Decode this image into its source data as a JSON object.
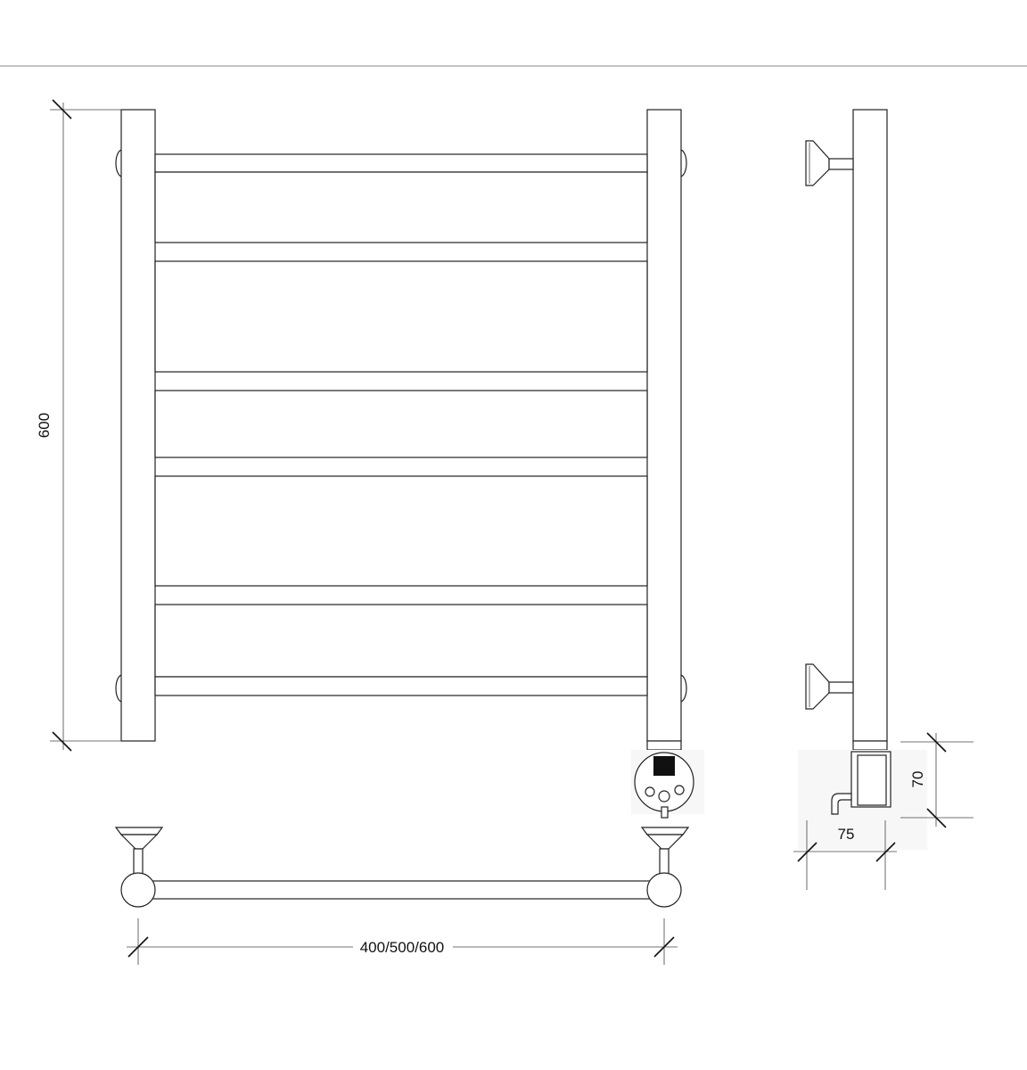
{
  "dimensions": {
    "height": "600",
    "width": "400/500/600",
    "box_height": "70",
    "box_depth": "75"
  },
  "colors": {
    "line": "#222222",
    "divider": "#888888",
    "controller_fill": "#111111"
  }
}
